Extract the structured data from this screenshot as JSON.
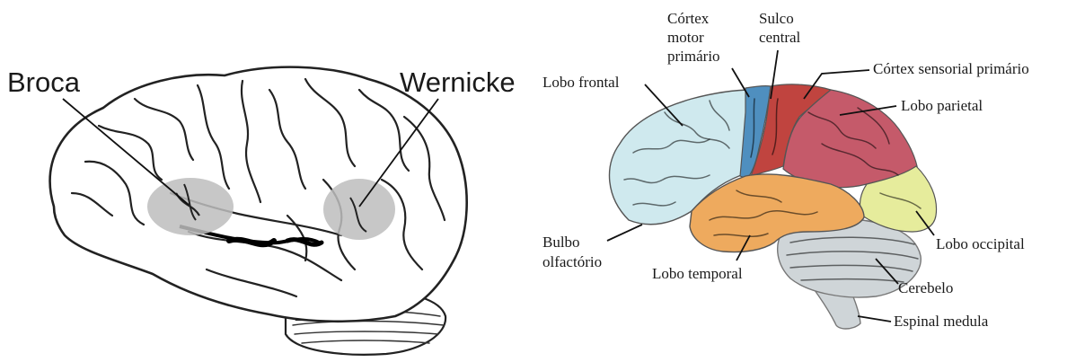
{
  "left_diagram": {
    "labels": {
      "broca": "Broca",
      "wernicke": "Wernicke"
    },
    "area_color": "#bdbdbd"
  },
  "right_diagram": {
    "labels": {
      "cortex_motor": [
        "Córtex",
        "motor",
        "primário"
      ],
      "sulco_central": [
        "Sulco",
        "central"
      ],
      "cortex_sensorial": "Córtex sensorial primário",
      "lobo_frontal": "Lobo frontal",
      "lobo_parietal": "Lobo parietal",
      "bulbo_olfactorio": [
        "Bulbo",
        "olfactório"
      ],
      "lobo_occipital": "Lobo occipital",
      "lobo_temporal": "Lobo temporal",
      "cerebelo": "Cerebelo",
      "espinal_medula": "Espinal medula"
    },
    "region_colors": {
      "frontal": "#cfe9ee",
      "motor": "#4f8fbf",
      "sensorial": "#c0443f",
      "parietal": "#c55a6a",
      "occipital": "#e6ec9c",
      "temporal": "#eeaa5e",
      "cerebellum": "#cfd5d8"
    }
  }
}
